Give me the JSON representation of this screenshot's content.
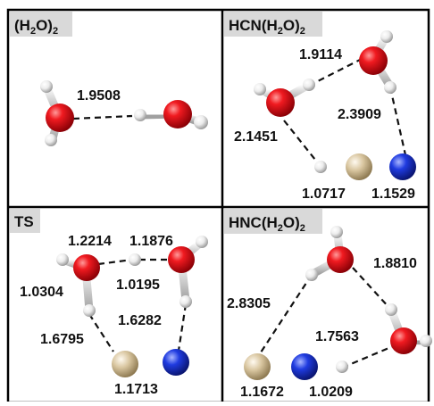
{
  "colors": {
    "oxygen": "#e8141c",
    "hydrogen": "#f2f2f2",
    "carbon": "#d6c4a0",
    "nitrogen": "#1f3be0",
    "panel_bg": "#d9d9d9",
    "frame": "#000000"
  },
  "panels": [
    {
      "key": "tl",
      "title_main": "(H",
      "title_sub1": "2",
      "title_mid": "O)",
      "title_sub2": "2",
      "labels": [
        "1.9508"
      ]
    },
    {
      "key": "tr",
      "title_main": "HCN(H",
      "title_sub1": "2",
      "title_mid": "O)",
      "title_sub2": "2",
      "labels": [
        "1.9114",
        "2.3909",
        "2.1451",
        "1.0717",
        "1.1529"
      ]
    },
    {
      "key": "bl",
      "title_main": "TS",
      "title_sub1": "",
      "title_mid": "",
      "title_sub2": "",
      "labels": [
        "1.2214",
        "1.1876",
        "1.0304",
        "1.0195",
        "1.6282",
        "1.6795",
        "1.1713"
      ]
    },
    {
      "key": "br",
      "title_main": "HNC(H",
      "title_sub1": "2",
      "title_mid": "O)",
      "title_sub2": "2",
      "labels": [
        "1.8810",
        "2.8305",
        "1.7563",
        "1.1672",
        "1.0209"
      ]
    }
  ]
}
